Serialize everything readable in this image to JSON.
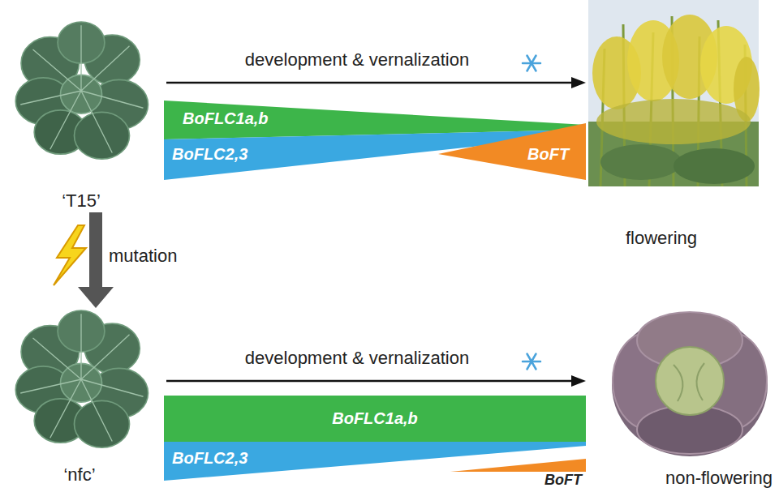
{
  "diagram": {
    "nodes": [
      {
        "text": [
          "BoFLC1a,b"
        ]
      },
      {
        "text": [
          "BoFLC2,3"
        ]
      },
      {
        "text": [
          "BoFT"
        ]
      },
      {
        "text": [
          "BoFLC1a,b"
        ]
      },
      {
        "text": [
          "BoFLC2,3"
        ]
      },
      {
        "text": [
          "BoFT"
        ]
      }
    ],
    "labels": [
      "development & vernalization",
      "‘T15’",
      "flowering",
      "mutation",
      "development & vernalization",
      "‘nfc’",
      "non-flowering"
    ]
  }
}
